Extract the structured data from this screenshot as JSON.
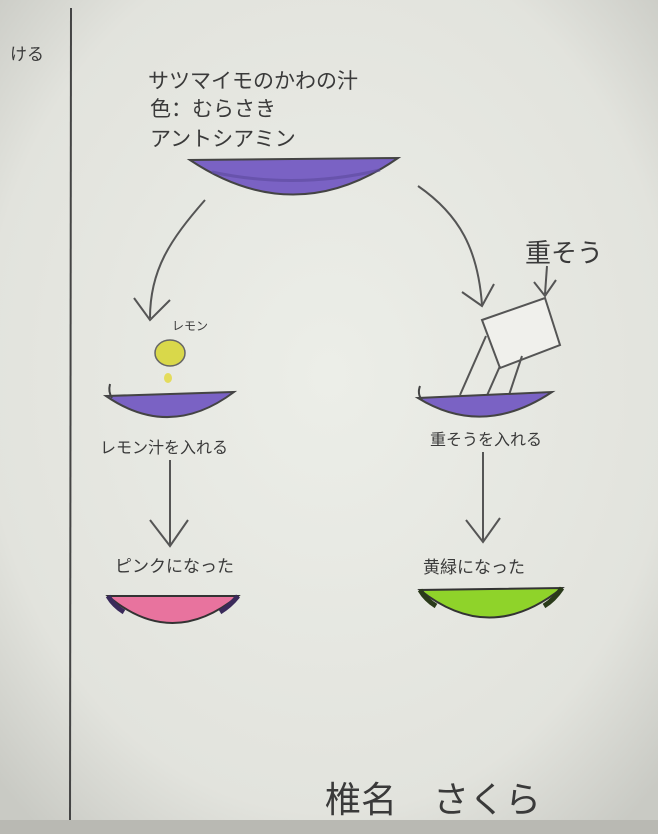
{
  "margin_text": "ける",
  "title_lines": [
    "サツマイモのかわの汁",
    "色：むらさき",
    "アントシアミン"
  ],
  "left": {
    "lemon_label": "レモン",
    "step_label": "レモン汁を入れる",
    "result_label": "ピンクになった"
  },
  "right": {
    "soda_label": "重そう",
    "step_label": "重そうを入れる",
    "result_label": "黄緑になった"
  },
  "signature": "椎名　さくら",
  "colors": {
    "paper": "#e8e9e4",
    "pencil": "#5a5a5a",
    "purple_juice": "#7a62c4",
    "pink_result": "#e8739e",
    "yellow_green_result": "#8fd32a",
    "lemon": "#d9d84a"
  }
}
